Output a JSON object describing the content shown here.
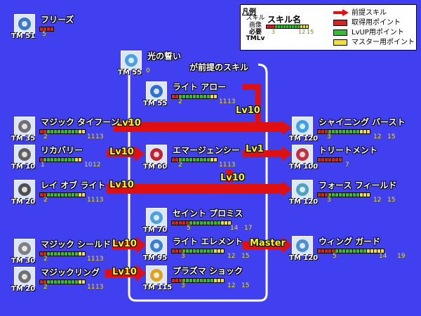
{
  "legend": {
    "title": "凡例",
    "icon_caption_1": "スキル",
    "icon_caption_2": "画像",
    "req_caption_1": "必要",
    "req_caption_2": "TMLv",
    "skill_name": "スキル名",
    "n1": "3",
    "n2": "12",
    "n3": "15",
    "items": [
      {
        "label": "前提スキル",
        "color": "#e01010"
      },
      {
        "label": "取得用ポイント",
        "color": "#e02020"
      },
      {
        "label": "LvUP用ポイント",
        "color": "#30c030"
      },
      {
        "label": "マスター用ポイント",
        "color": "#f0e030"
      }
    ]
  },
  "header_label": "が前提のスキル",
  "skills": {
    "freeze": {
      "name": "フリーズ",
      "tm": "TM 51",
      "nums": [
        "5"
      ]
    },
    "oath": {
      "name": "光の誓い",
      "tm": "TM 55",
      "nums": [
        "0"
      ]
    },
    "light_arrow": {
      "name": "ライト アロー",
      "tm": "TM 55",
      "nums": [
        "2",
        "11",
        "13"
      ]
    },
    "magic_typhoon": {
      "name": "マジック タイフーン",
      "tm": "TM 35",
      "nums": [
        "2",
        "11",
        "13"
      ]
    },
    "recovery": {
      "name": "リカバリー",
      "tm": "TM 10",
      "nums": [
        "1",
        "10",
        "12"
      ]
    },
    "emergency": {
      "name": "エマージェンシー",
      "tm": "TM 60",
      "nums": [
        "2",
        "11",
        "13"
      ]
    },
    "ray_of_light": {
      "name": "レイ オブ ライト",
      "tm": "TM 20",
      "nums": [
        "2",
        "11",
        "13"
      ]
    },
    "saint_promise": {
      "name": "セイント プロミス",
      "tm": "TM 70",
      "nums": [
        "5",
        "14",
        "17"
      ]
    },
    "magic_shield": {
      "name": "マジック シールド",
      "tm": "TM 30",
      "nums": [
        "2",
        "11",
        "13"
      ]
    },
    "light_element": {
      "name": "ライト エレメント",
      "tm": "TM 95",
      "nums": [
        "3",
        "12",
        "15"
      ]
    },
    "magic_ring": {
      "name": "マジックリング",
      "tm": "TM 20",
      "nums": [
        "2",
        "11",
        "13"
      ]
    },
    "plasma_shock": {
      "name": "プラズマ ショック",
      "tm": "TM 115",
      "nums": [
        "3",
        "12",
        "15"
      ]
    },
    "shining_burst": {
      "name": "シャイニング バースト",
      "tm": "TM 120",
      "nums": [
        "3",
        "12",
        "15"
      ]
    },
    "treatment": {
      "name": "トリートメント",
      "tm": "TM 100",
      "nums": [
        "7"
      ]
    },
    "force_field": {
      "name": "フォース フィールド",
      "tm": "TM 120",
      "nums": [
        "3",
        "12",
        "15"
      ]
    },
    "wing_guard": {
      "name": "ウィング ガード",
      "tm": "TM 120",
      "nums": [
        "5",
        "14",
        "19"
      ]
    }
  },
  "arrow_labels": {
    "a1": "Lv10",
    "a2": "Lv10",
    "a3": "Lv10",
    "a4": "Lv1",
    "a5": "Lv10",
    "a6": "Lv10",
    "a7": "Lv10",
    "a8": "Lv10",
    "a9": "Master"
  }
}
